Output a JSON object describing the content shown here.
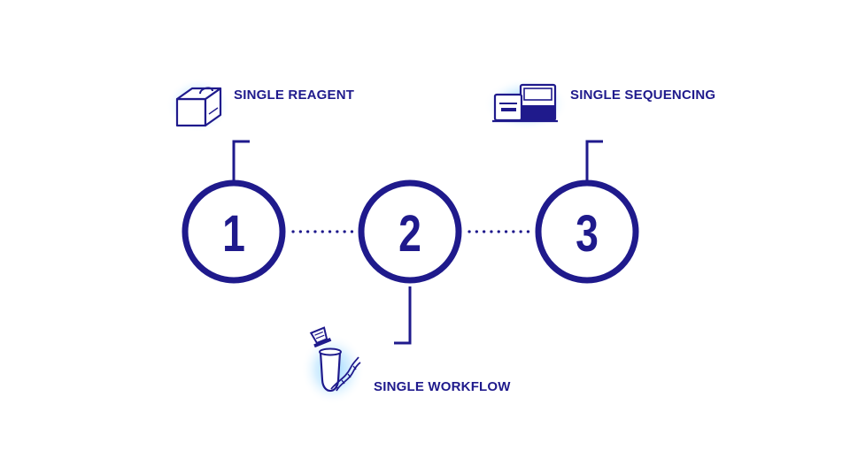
{
  "colors": {
    "primary": "#1f1a8c",
    "glow": "#8fd3ff",
    "background": "#ffffff"
  },
  "steps": [
    {
      "number": "1",
      "label": "SINGLE REAGENT",
      "icon": "reagent-box-icon"
    },
    {
      "number": "2",
      "label": "SINGLE WORKFLOW",
      "icon": "sample-tube-dna-icon"
    },
    {
      "number": "3",
      "label": "SINGLE SEQUENCING",
      "icon": "sequencer-instrument-icon"
    }
  ]
}
